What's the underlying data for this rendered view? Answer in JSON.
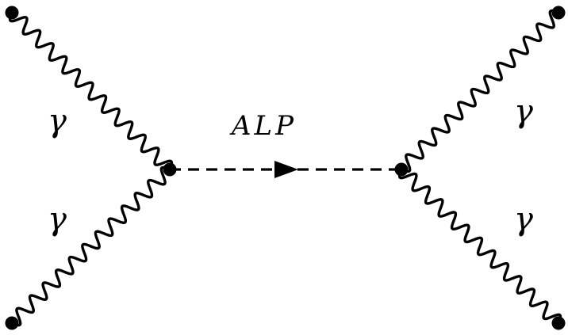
{
  "diagram": {
    "labels": {
      "gamma_upper_left": "γ",
      "gamma_lower_left": "γ",
      "gamma_upper_right": "γ",
      "gamma_lower_right": "γ",
      "propagator": "ALP"
    }
  }
}
